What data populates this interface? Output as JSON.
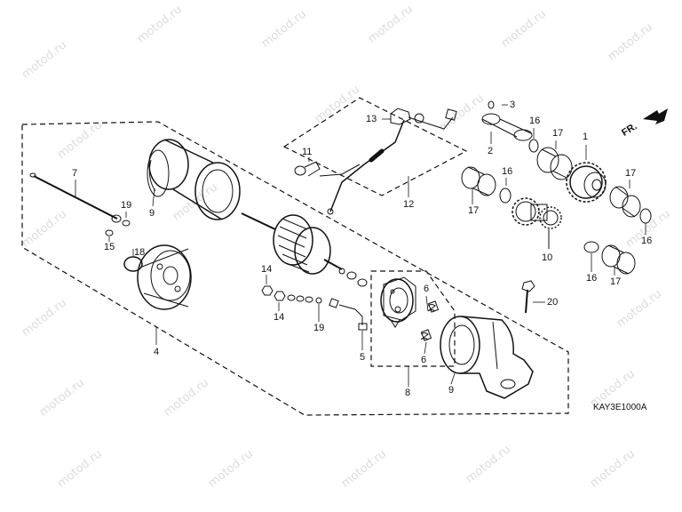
{
  "watermark": "motod.ru",
  "diagram_code": "KAY3E1000A",
  "direction_label": "FR.",
  "callouts": {
    "c1": "1",
    "c2": "2",
    "c3": "3",
    "c4": "4",
    "c5": "5",
    "c6a": "6",
    "c6b": "6",
    "c7": "7",
    "c8": "8",
    "c9a": "9",
    "c9b": "9",
    "c10": "10",
    "c11": "11",
    "c12": "12",
    "c13": "13",
    "c14a": "14",
    "c14b": "14",
    "c15": "15",
    "c16a": "16",
    "c16b": "16",
    "c16c": "16",
    "c16d": "16",
    "c17a": "17",
    "c17b": "17",
    "c17c": "17",
    "c17d": "17",
    "c18": "18",
    "c19a": "19",
    "c19b": "19",
    "c20": "20"
  },
  "colors": {
    "line": "#111111",
    "watermark": "#dcdcdc",
    "background": "#ffffff"
  }
}
